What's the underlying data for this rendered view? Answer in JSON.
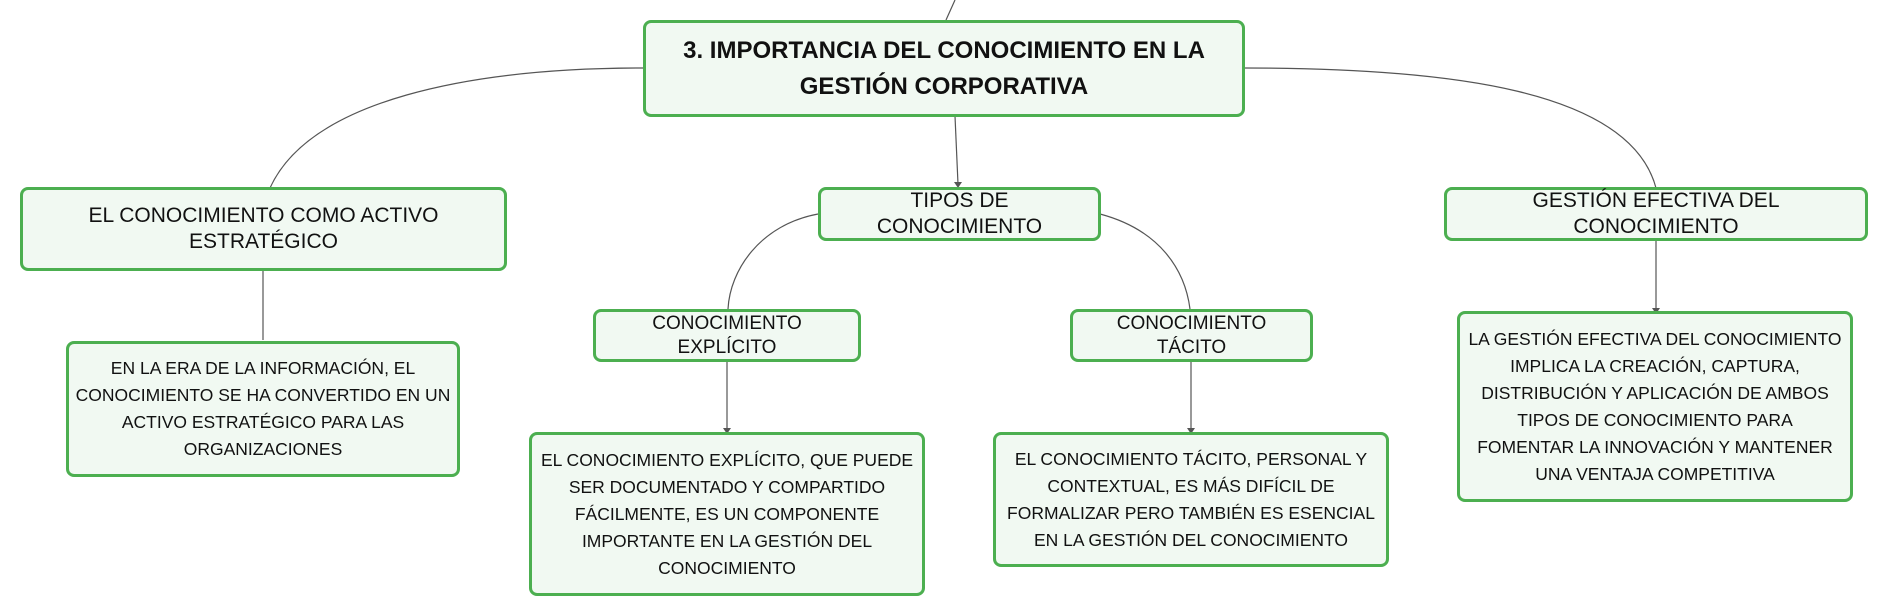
{
  "colors": {
    "node_border": "#4caf50",
    "node_fill": "#f1f9f2",
    "connector": "#555555",
    "text": "#111111"
  },
  "root": {
    "title": "3. IMPORTANCIA DEL CONOCIMIENTO EN LA GESTIÓN CORPORATIVA"
  },
  "branches": [
    {
      "label": "EL CONOCIMIENTO COMO ACTIVO ESTRATÉGICO",
      "description": "EN LA ERA DE LA INFORMACIÓN, EL CONOCIMIENTO SE HA CONVERTIDO EN UN ACTIVO ESTRATÉGICO PARA LAS ORGANIZACIONES"
    },
    {
      "label": "TIPOS DE CONOCIMIENTO",
      "children": [
        {
          "label": "CONOCIMIENTO EXPLÍCITO",
          "description": "EL CONOCIMIENTO EXPLÍCITO, QUE PUEDE SER DOCUMENTADO Y COMPARTIDO FÁCILMENTE, ES UN COMPONENTE IMPORTANTE EN LA GESTIÓN DEL CONOCIMIENTO"
        },
        {
          "label": "CONOCIMIENTO TÁCITO",
          "description": "EL CONOCIMIENTO TÁCITO, PERSONAL Y CONTEXTUAL, ES MÁS DIFÍCIL DE FORMALIZAR PERO TAMBIÉN ES ESENCIAL EN LA GESTIÓN DEL CONOCIMIENTO"
        }
      ]
    },
    {
      "label": "GESTIÓN EFECTIVA DEL CONOCIMIENTO",
      "description": "LA GESTIÓN EFECTIVA DEL CONOCIMIENTO IMPLICA LA CREACIÓN, CAPTURA, DISTRIBUCIÓN Y APLICACIÓN DE AMBOS TIPOS DE CONOCIMIENTO PARA FOMENTAR LA INNOVACIÓN Y MANTENER UNA VENTAJA COMPETITIVA"
    }
  ]
}
